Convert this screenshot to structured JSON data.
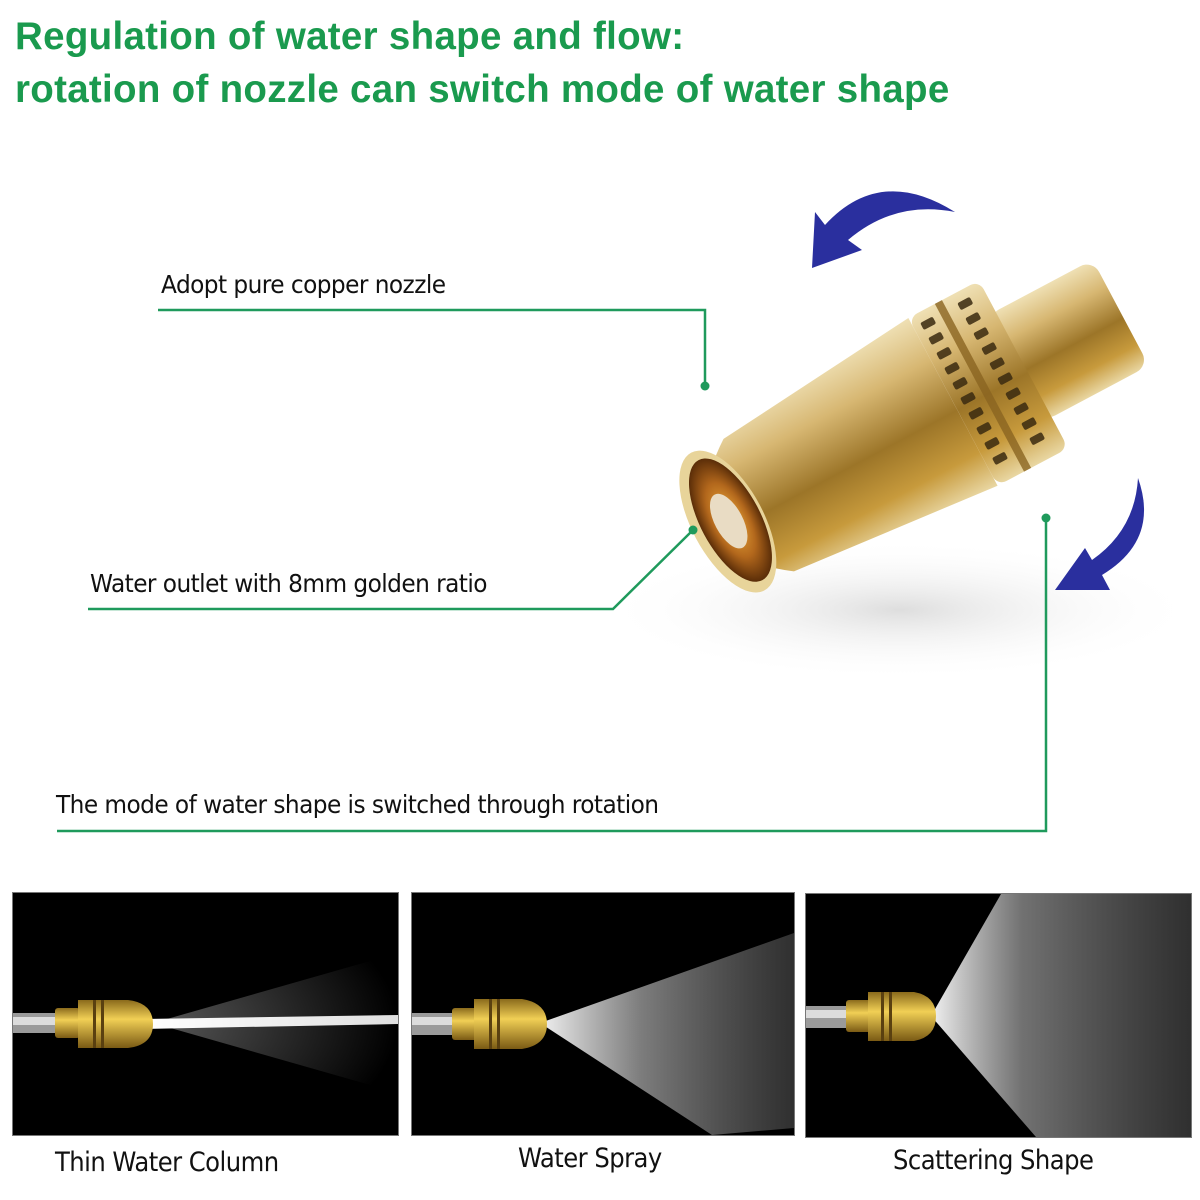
{
  "header": {
    "title_line1": "Regulation of water shape and flow:",
    "title_line2": "rotation of nozzle can switch mode of water shape"
  },
  "callouts": [
    {
      "id": "copper",
      "label": "Adopt pure copper nozzle"
    },
    {
      "id": "outlet",
      "label": "Water outlet with 8mm golden ratio"
    },
    {
      "id": "rotation",
      "label": "The mode of water shape is switched through rotation"
    }
  ],
  "panels": [
    {
      "id": "thin",
      "label": "Thin Water Column"
    },
    {
      "id": "spray",
      "label": "Water Spray"
    },
    {
      "id": "scatter",
      "label": "Scattering Shape"
    }
  ],
  "icons": {
    "rotate_top": "rotate-counterclockwise-arrow-icon",
    "rotate_bottom": "rotate-clockwise-arrow-icon"
  },
  "colors": {
    "title_green": "#1a9a4e",
    "callout_line": "#1f9a5c",
    "arrow_blue": "#2a2f9e",
    "brass": "#c9a040",
    "panel_bg": "#000000"
  }
}
